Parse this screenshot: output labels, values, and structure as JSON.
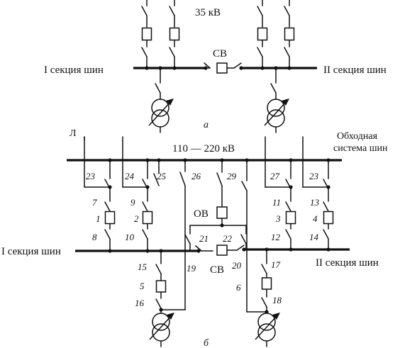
{
  "diagram_a": {
    "voltage": "35 кВ",
    "section_left": "I секция шин",
    "section_right": "II секция шин",
    "tie_breaker": "СВ",
    "caption": "а"
  },
  "diagram_b": {
    "line_label": "Л",
    "voltage": "110 — 220 кВ",
    "bypass_line1": "Обходная",
    "bypass_line2": "система шин",
    "section_left": "I секция шин",
    "section_right": "II секция шин",
    "bypass_breaker": "ОВ",
    "tie_breaker": "СВ",
    "caption": "б",
    "numbers": {
      "n1": "1",
      "n2": "2",
      "n3": "3",
      "n4": "4",
      "n5": "5",
      "n6": "6",
      "n7": "7",
      "n8": "8",
      "n9": "9",
      "n10": "10",
      "n11": "11",
      "n12": "12",
      "n13": "13",
      "n14": "14",
      "n15": "15",
      "n16": "16",
      "n17": "17",
      "n18": "18",
      "n19": "19",
      "n20": "20",
      "n21": "21",
      "n22": "22",
      "n23a": "23",
      "n23b": "23",
      "n24": "24",
      "n25": "25",
      "n26": "26",
      "n27": "27",
      "n29": "29"
    }
  }
}
